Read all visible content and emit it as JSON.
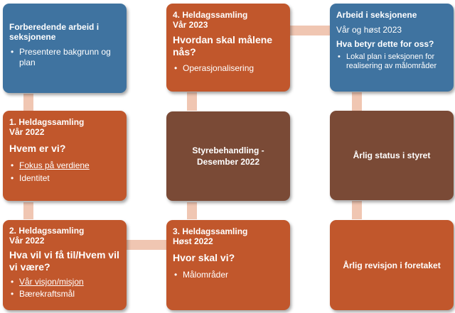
{
  "boxes": {
    "b1": {
      "title": "Forberedende arbeid i seksjonene",
      "bullet": "Presentere bakgrunn og plan"
    },
    "b2": {
      "title1": "1. Heldagssamling",
      "title2": "Vår 2022",
      "question": "Hvem er vi?",
      "bullets": [
        "Fokus på verdiene",
        "Identitet"
      ]
    },
    "b3": {
      "title1": "2. Heldagssamling",
      "title2": "Vår 2022",
      "question": "Hva vil vi få til/Hvem vil vi være?",
      "bullets": [
        "Vår visjon/misjon",
        "Bærekraftsmål"
      ]
    },
    "b4": {
      "title1": "4. Heldagssamling",
      "title2": "Vår 2023",
      "question": "Hvordan skal målene nås?",
      "bullet": "Operasjonalisering"
    },
    "b5": {
      "text": "Styrebehandling - Desember 2022"
    },
    "b6": {
      "title1": "3. Heldagssamling",
      "title2": "Høst  2022",
      "question": "Hvor skal vi?",
      "bullet": "Målområder"
    },
    "b7": {
      "title": "Arbeid i seksjonene",
      "subtitle": "Vår og høst 2023",
      "question": "Hva betyr dette for oss?",
      "bullet": "Lokal plan i seksjonen for realisering av målområder"
    },
    "b8": {
      "text": "Årlig status i styret"
    },
    "b9": {
      "text": "Årlig revisjon i foretaket"
    }
  },
  "colors": {
    "blue": "#3f73a0",
    "orange": "#c1572c",
    "brown": "#7a4a36",
    "connector": "#f0c6b2"
  }
}
